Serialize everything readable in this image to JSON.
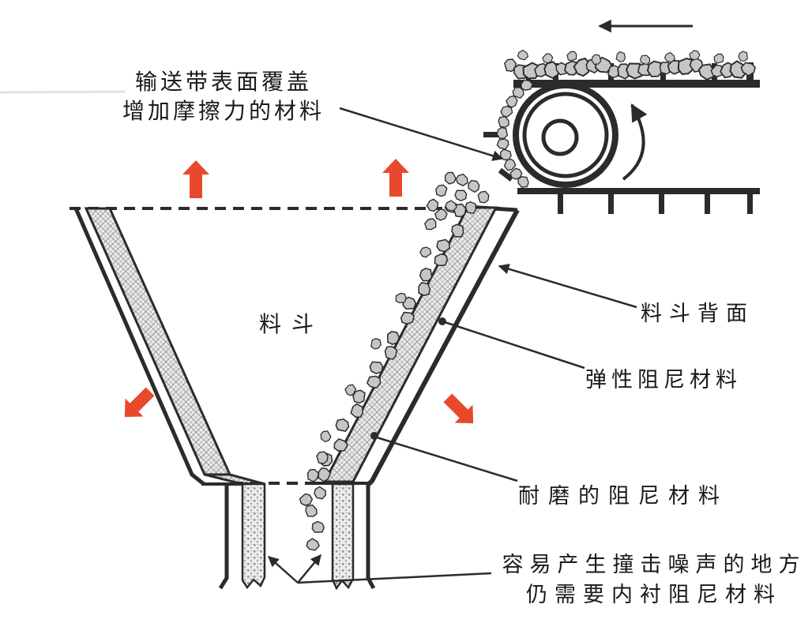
{
  "diagram": {
    "labels": {
      "belt_cover_line1": "输送带表面覆盖",
      "belt_cover_line2": "增加摩擦力的材料",
      "hopper": "料斗",
      "hopper_back": "料斗背面",
      "elastic_damping": "弹性阻尼材料",
      "wear_damping": "耐磨的阻尼材料",
      "impact_line1": "容易产生撞击噪声的地方",
      "impact_line2": "仍需要内衬阻尼材料"
    },
    "colors": {
      "accent_red": "#e8492c",
      "line": "#2b2b2b",
      "rock_fill": "#c6c6c6",
      "hatch_bg": "#ededed"
    }
  }
}
